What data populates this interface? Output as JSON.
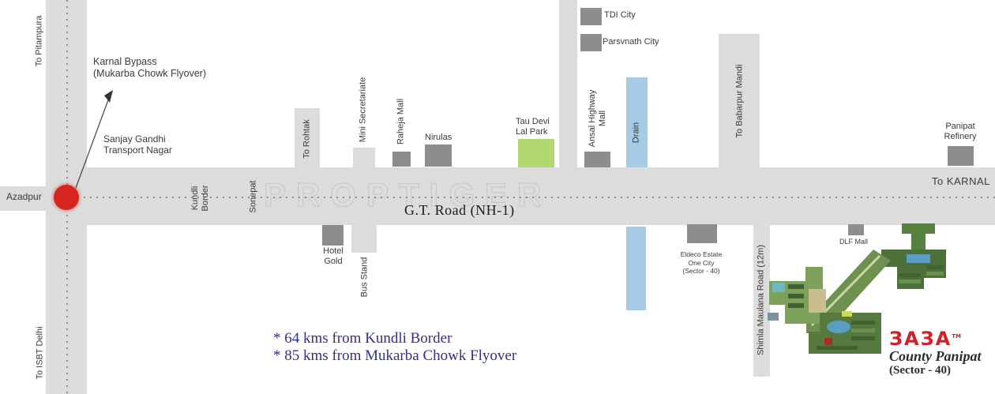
{
  "map": {
    "watermark": "PROPTIGER",
    "road_name": "G.T. Road (NH-1)",
    "directions": {
      "pitampura": "To Pitampura",
      "isbt_delhi": "To ISBT Delhi",
      "karnal": "To KARNAL",
      "rohtak": "To Rohtak",
      "babarpur_mandi": "To Babarpur Mandi"
    },
    "junction": {
      "azadpur": "Azadpur"
    },
    "flyover": {
      "line1": "Karnal Bypass",
      "line2": "(Mukarba Chowk Flyover)"
    },
    "landmarks": {
      "sanjay_gandhi": {
        "line1": "Sanjay Gandhi",
        "line2": "Transport Nagar"
      },
      "kundli_border": {
        "line1": "Kundli",
        "line2": "Border"
      },
      "sonepat": "Sonepat",
      "mini_secretariate": "Mini Secretariate",
      "raheja_mall": "Raheja Mall",
      "nirulas": "Nirulas",
      "tau_devi_lal_park": {
        "line1": "Tau Devi",
        "line2": "Lal Park"
      },
      "tdi_city": "TDI City",
      "parsvnath_city": "Parsvnath City",
      "ansal_highway_mall": {
        "line1": "Ansal Highway",
        "line2": "Mall"
      },
      "drain": "Drain",
      "panipat_refinery": {
        "line1": "Panipat",
        "line2": "Refinery"
      },
      "hotel_gold": {
        "line1": "Hotel",
        "line2": "Gold"
      },
      "bus_stand": "Bus Stand",
      "eldeco_estate": {
        "line1": "Eldeco Estate",
        "line2": "One City",
        "line3": "(Sector - 40)"
      },
      "shimla_maulana_road": "Shimla Maulana Road (12m)",
      "dlf_mall": "DLF Mall"
    },
    "distances": {
      "line1": "* 64 kms from Kundli Border",
      "line2": "* 85 kms from Mukarba Chowk Flyover"
    },
    "logo": {
      "text": "BABA",
      "display": "ЗАЗА",
      "tm": "TM",
      "subtitle": "County Panipat",
      "sector": "(Sector - 40)"
    },
    "colors": {
      "road_gray": "#dcdcdc",
      "block_gray": "#8d8d8d",
      "park_green": "#b2d670",
      "drain_blue": "#a5cbe5",
      "marker_red": "#d6251e",
      "note_blue": "#30308c",
      "logo_red": "#cf2128"
    }
  }
}
